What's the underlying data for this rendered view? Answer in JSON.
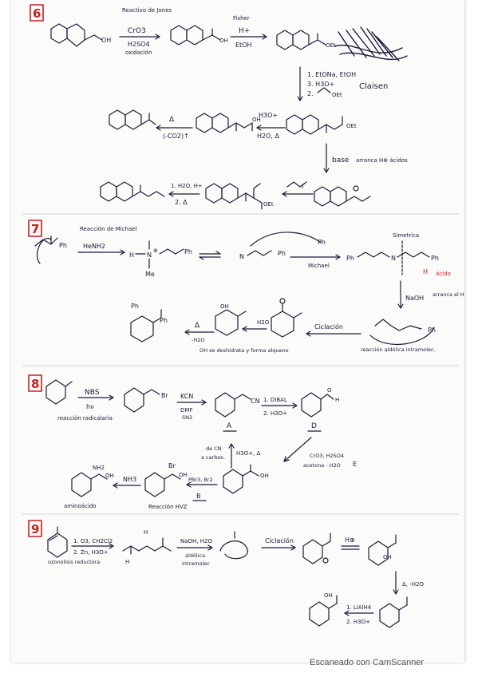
{
  "problems": [
    {
      "number": "6",
      "labels": {
        "reagent_title": "Reactivo de Jones",
        "reagent_1": "CrO3",
        "reagent_2": "H2SO4",
        "reagent_3": "oxidación",
        "fisher_title": "Fisher",
        "fisher_1": "H+",
        "fisher_2": "EtOH",
        "claisen_1": "1. EtONa, EtOH",
        "claisen_2": "3. H3O+",
        "claisen_3": "2.",
        "claisen_oet": "OEt",
        "claisen_name": "Claisen",
        "hydrolysis_1": "H3O+",
        "hydrolysis_2": "H2O, Δ",
        "decarb_1": "Δ",
        "decarb_2": "(-CO2)↑",
        "base": "base",
        "base_note": "arranca H⊕ ácidos",
        "alkyl_1": "1. H2O, H+",
        "alkyl_2": "2. Δ",
        "oet_1": "OEt",
        "oet_2": "OEt",
        "oet_3": "OEt",
        "oh_1": "OH",
        "oh_2": "OH",
        "oh_3": "OH"
      }
    },
    {
      "number": "7",
      "labels": {
        "title": "Reacción de Michael",
        "reagent": "HeNH2",
        "ph_1": "Ph",
        "ph_2": "Ph",
        "ph_3": "Ph",
        "ph_4": "Ph",
        "me": "Me",
        "michael": "Michael",
        "simetrica": "Simetrica",
        "acido": "ácido",
        "naoh": "NaOH",
        "naoh_note": "arranca el H ácido",
        "ciclacion": "Ciclación",
        "aldolica": "reacción aldólica intramolec.",
        "h2o": "H2O",
        "delta": "Δ",
        "minus_h2o": "-H2O",
        "dehydration": "OH se deshidrata y forma alqueno"
      }
    },
    {
      "number": "8",
      "labels": {
        "nbs": "NBS",
        "hv": "hν",
        "radical": "reacción radicalaria",
        "br_1": "Br",
        "kcn": "KCN",
        "dmf": "DMF",
        "sn2": "SN2",
        "cn": "CN",
        "a": "A",
        "dibal_1": "1. DIBAL",
        "dibal_2": "2. H3O+",
        "d": "D",
        "h_label": "H",
        "o_label": "O",
        "cro3_1": "CrO3, H2SO4",
        "cro3_2": "acetona - H2O",
        "e": "E",
        "cn_note_1": "de CN",
        "cn_note_2": "a carbox.",
        "h3o_delta": "H3O+, Δ",
        "b": "B",
        "oh_1": "OH",
        "pbr3": "PBr3, Br2",
        "oh_2": "OH",
        "br_2": "Br",
        "hvz": "Reacción HVZ",
        "nh3": "NH3",
        "nh2": "NH2",
        "aa": "aminoácido",
        "oh_3": "OH"
      }
    },
    {
      "number": "9",
      "labels": {
        "ozon_1": "1. O3, CH2Cl2",
        "ozon_2": "2. Zn, H3O+",
        "ozon_3": "ozonolisis reductora",
        "h_1": "H",
        "h_2": "H",
        "naoh": "NaOH, H2O",
        "aldolica_1": "aldólica",
        "aldolica_2": "intramolec",
        "ciclacion": "Ciclación",
        "ho_plus": "H⊕",
        "oh": "OH",
        "delta": "Δ, -H2O",
        "lialh4_1": "1. LiAlH4",
        "lialh4_2": "2. H3O+",
        "oh_final": "OH"
      }
    }
  ],
  "footer": "Escaneado con CamScanner",
  "colors": {
    "ink": "#1b1b3a",
    "red": "#c81e1e",
    "box": "#c81e1e"
  }
}
